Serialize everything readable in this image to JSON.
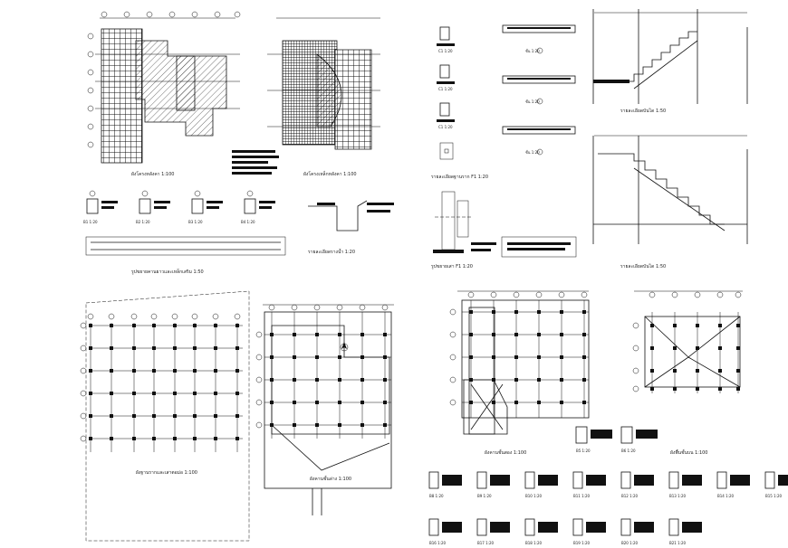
{
  "sheet_title": "",
  "captions": {
    "roof_plan": "ผังโครงหลังคา 1:100",
    "roof_framing": "ผังโครงเหล็กหลังคา 1:100",
    "beam_sections_long": "รูปขยายคานยาวและเหล็กเสริม 1:50",
    "gutter_detail": "รายละเอียดรางน้ำ 1:20",
    "foundation_detail": "รายละเอียดฐานราก F1 1:20",
    "column_detail": "รูปขยายเสา F1 1:20",
    "stair_section_1": "รายละเอียดบันได 1:50",
    "stair_section_2": "รายละเอียดบันได 1:50",
    "foundation_plan": "ผังฐานรากและเสาตอม่อ 1:100",
    "ground_floor_structure": "ผังคานชั้นล่าง 1:100",
    "second_floor_structure": "ผังคานชั้นสอง 1:100",
    "upper_floor_structure": "ผังพื้นชั้นบน 1:100"
  },
  "section_tags": {
    "beams_top": [
      "B1 1:20",
      "B2 1:20",
      "B3 1:20",
      "B4 1:20"
    ],
    "small_sections": [
      "C1 1:20",
      "C1 1:20",
      "C1 1:20"
    ],
    "slab_marks": [
      "ชั้น 1:20",
      "ชั้น 1:20",
      "ชั้น 1:20"
    ],
    "beams_mid": [
      "B5 1:20",
      "B6 1:20"
    ],
    "beams_bottom_row1": [
      "B8 1:20",
      "B9 1:20",
      "B10 1:20",
      "B11 1:20",
      "B12 1:20",
      "B13 1:20",
      "B14 1:20",
      "B15 1:20"
    ],
    "beams_bottom_row2": [
      "B16 1:20",
      "B17 1:20",
      "B18 1:20",
      "B19 1:20",
      "B20 1:20",
      "B21 1:20"
    ]
  },
  "colors": {
    "ink": "#111111",
    "paper": "#ffffff"
  },
  "icons": [
    "grid-bubble-icon",
    "section-mark-icon",
    "north-arrow-icon"
  ]
}
